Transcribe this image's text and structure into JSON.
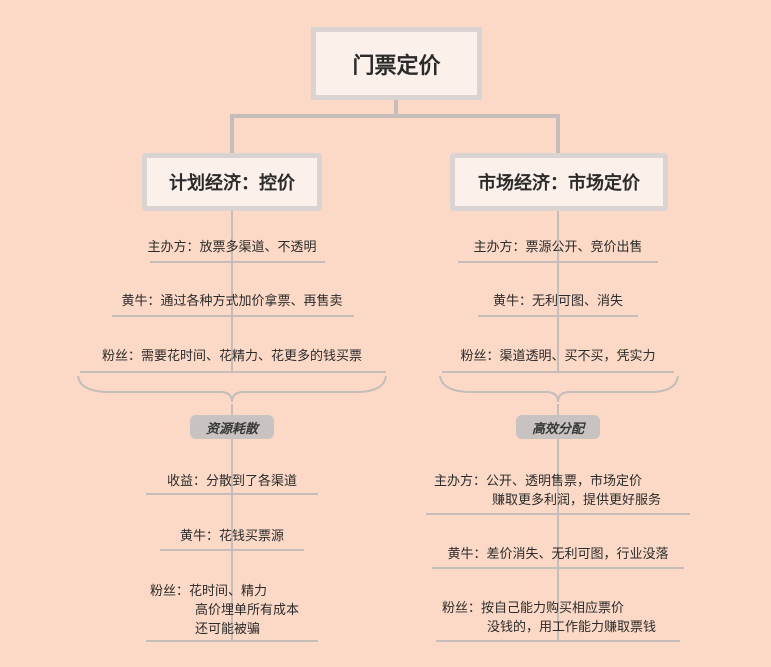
{
  "root": {
    "title": "门票定价"
  },
  "colors": {
    "background": "#fbd9c6",
    "box_fill": "#fbf0ea",
    "box_border": "#d9d4d1",
    "line": "#c4bdb9",
    "tag_fill": "#c8c3c0"
  },
  "left": {
    "title": "计划经济：控价",
    "items": [
      "主办方：放票多渠道、不透明",
      "黄牛：通过各种方式加价拿票、再售卖",
      "粉丝：需要花时间、花精力、花更多的钱买票"
    ],
    "summary": "资源耗散",
    "results": {
      "organizer": "收益：分散到了各渠道",
      "scalper": "黄牛：花钱买票源",
      "fan": [
        "粉丝：花时间、精力",
        "高价埋单所有成本",
        "还可能被骗"
      ]
    }
  },
  "right": {
    "title": "市场经济：市场定价",
    "items": [
      "主办方：票源公开、竞价出售",
      "黄牛：无利可图、消失",
      "粉丝：渠道透明、买不买，凭实力"
    ],
    "summary": "高效分配",
    "results": {
      "organizer": [
        "主办方：公开、透明售票，市场定价",
        "赚取更多利润，提供更好服务"
      ],
      "scalper": "黄牛：差价消失、无利可图，行业没落",
      "fan": [
        "粉丝：按自己能力购买相应票价",
        "没钱的，用工作能力赚取票钱"
      ]
    }
  }
}
